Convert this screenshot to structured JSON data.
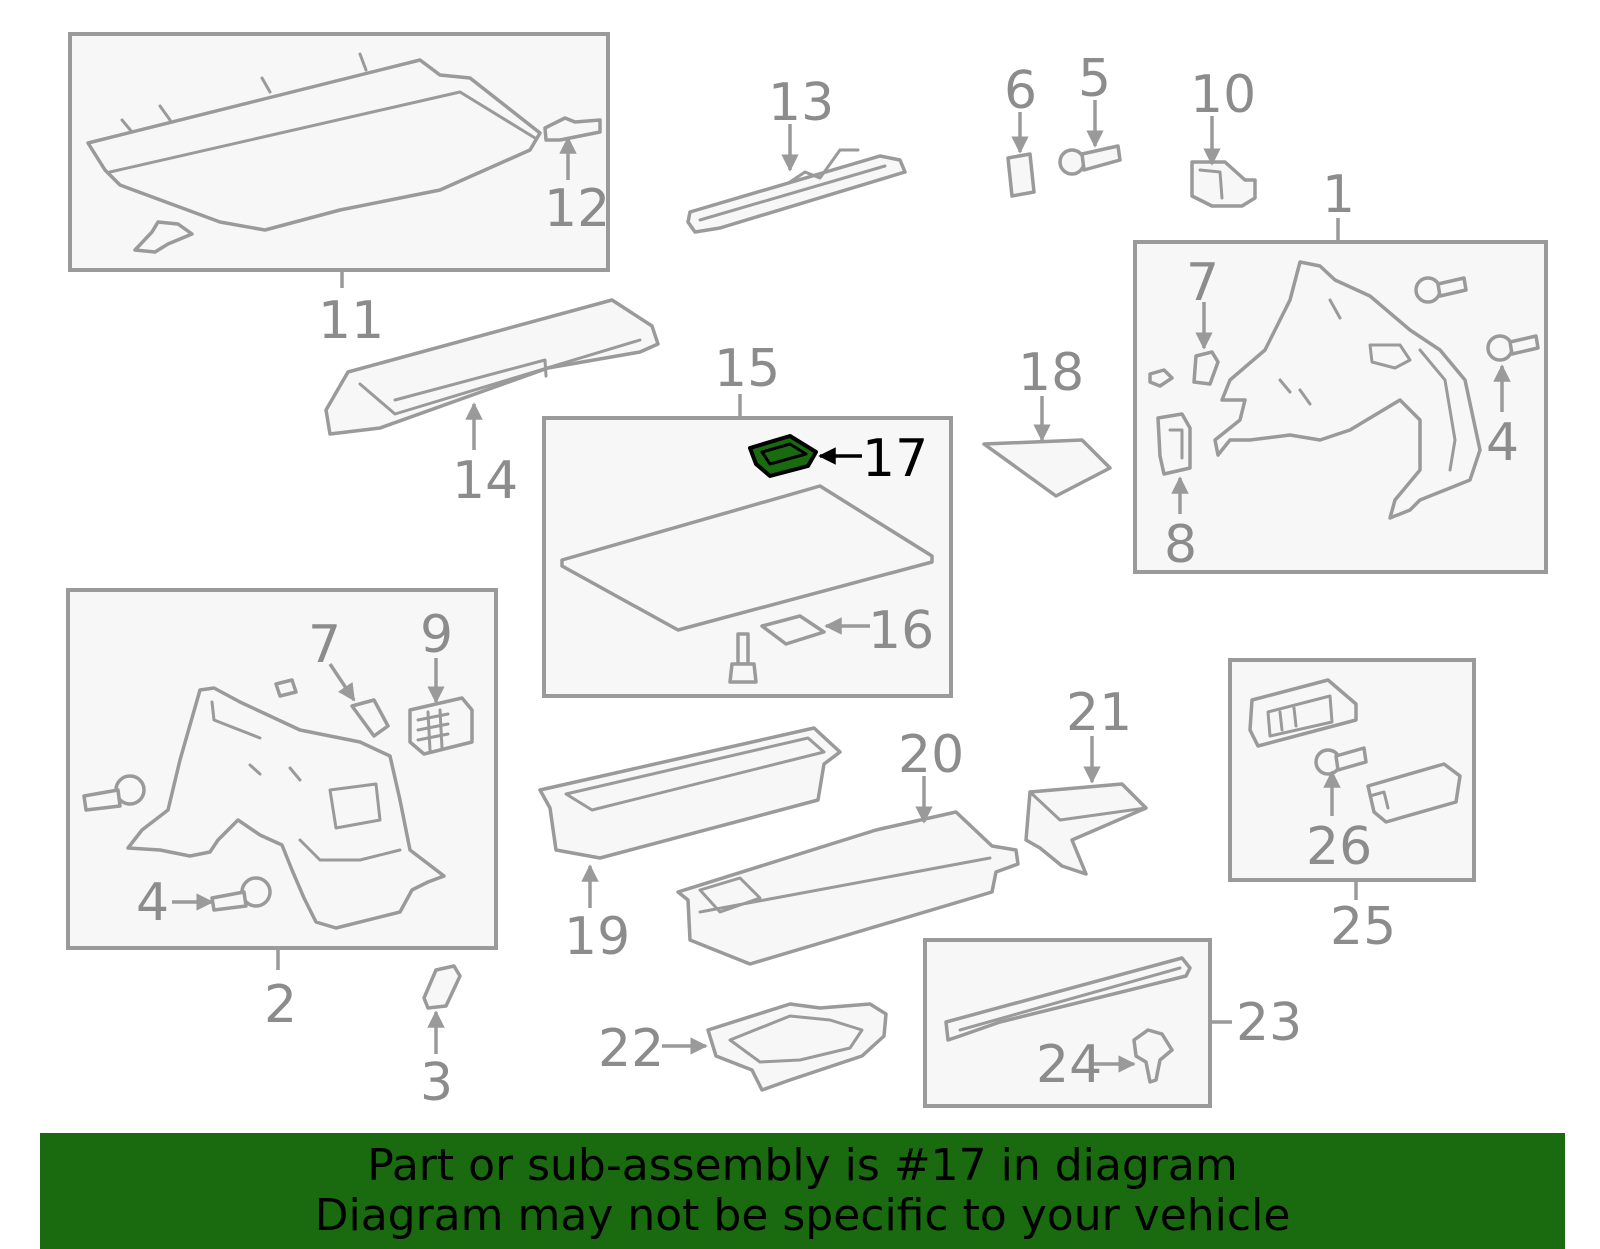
{
  "labels": {
    "l1": "1",
    "l2": "2",
    "l3": "3",
    "l4a": "4",
    "l4b": "4",
    "l5": "5",
    "l6": "6",
    "l7a": "7",
    "l7b": "7",
    "l8": "8",
    "l9": "9",
    "l10": "10",
    "l11": "11",
    "l12": "12",
    "l13": "13",
    "l14": "14",
    "l15": "15",
    "l16": "16",
    "l17": "17",
    "l18": "18",
    "l19": "19",
    "l20": "20",
    "l21": "21",
    "l22": "22",
    "l23": "23",
    "l24": "24",
    "l25": "25",
    "l26": "26"
  },
  "highlight": {
    "part": "17",
    "fill_color": "#1a6a10"
  },
  "banner": {
    "line1": "Part or sub-assembly is #17 in diagram",
    "line2": "Diagram may not be specific to your vehicle",
    "bg_color": "#1a6a10"
  }
}
